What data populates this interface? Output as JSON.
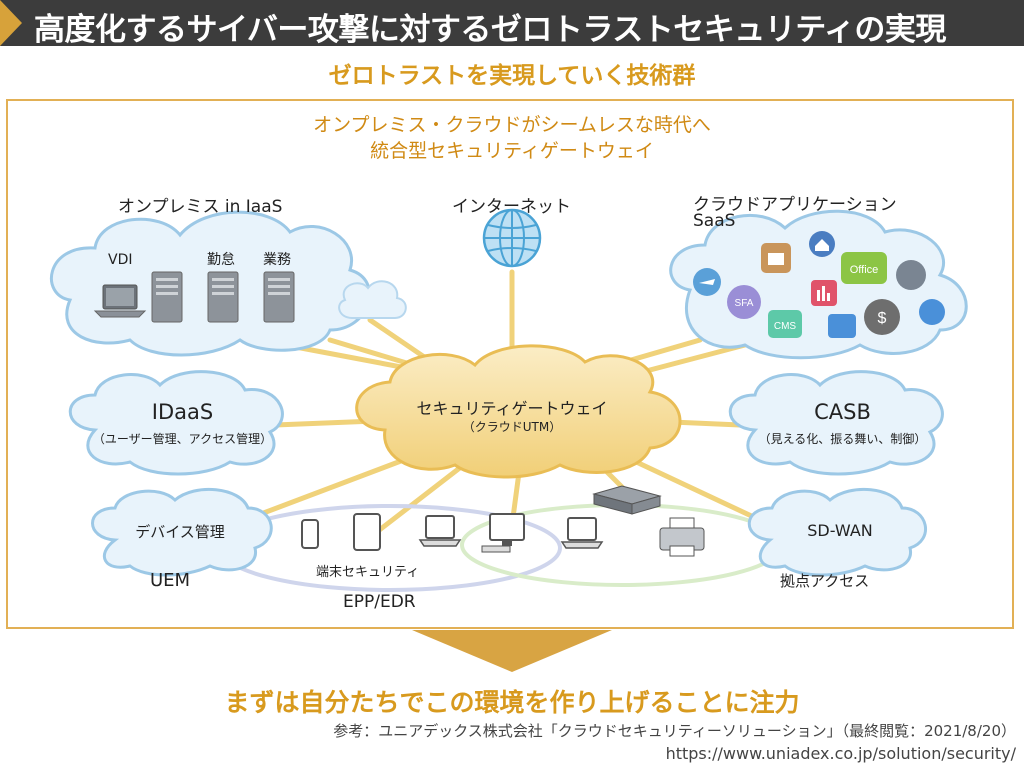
{
  "header": {
    "title": "高度化するサイバー攻撃に対するゼロトラストセキュリティの実現"
  },
  "subtitle": "ゼロトラストを実現していく技術群",
  "frame": {
    "heading_line1": "オンプレミス・クラウドがシームレスな時代へ",
    "heading_line2": "統合型セキュリティゲートウェイ"
  },
  "nodes": {
    "onprem_title": "オンプレミス in IaaS",
    "vdi": "VDI",
    "attendance": "勤怠",
    "business": "業務",
    "internet": "インターネット",
    "cloudapp_title": "クラウドアプリケーション",
    "saas": "SaaS",
    "app_office": "Office",
    "app_sfa": "SFA",
    "app_cms": "CMS",
    "gateway_title": "セキュリティゲートウェイ",
    "gateway_sub": "（クラウドUTM）",
    "idaas_title": "IDaaS",
    "idaas_sub": "（ユーザー管理、アクセス管理）",
    "casb_title": "CASB",
    "casb_sub": "（見える化、振る舞い、制御）",
    "device_mgmt": "デバイス管理",
    "uem": "UEM",
    "endpoint_security": "端末セキュリティ",
    "epp_edr": "EPP/EDR",
    "sdwan": "SD-WAN",
    "branch_access": "拠点アクセス"
  },
  "conclusion": "まずは自分たちでこの環境を作り上げることに注力",
  "reference": {
    "line1": "参考：ユニアデックス株式会社「クラウドセキュリティーソリューション」（最終閲覧：2021/8/20）",
    "line2": "https://www.uniadex.co.jp/solution/security/"
  },
  "colors": {
    "header_bg": "#3c3c3c",
    "accent_gold": "#d89a1e",
    "frame_border": "#e2b055",
    "cloud_fill": "#e8f3fb",
    "cloud_stroke": "#9cc8e6",
    "gateway_fill": "#f7e1a6",
    "connector": "#f0d27a"
  }
}
